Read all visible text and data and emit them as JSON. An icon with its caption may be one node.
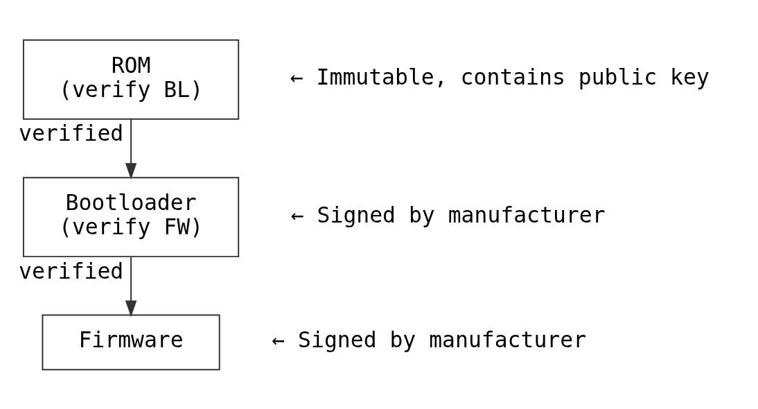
{
  "diagram": {
    "nodes": [
      {
        "text": [
          "ROM (verify BL)"
        ],
        "beside": [
          "← Immutable, contains public key"
        ]
      },
      {
        "text": [
          "Bootloader (verify FW)"
        ],
        "beside": [
          "← Signed by manufacturer"
        ]
      },
      {
        "text": [
          "Firmware"
        ],
        "beside": [
          "← Signed by manufacturer"
        ]
      }
    ],
    "edges": [
      {
        "from": 0,
        "to": 1,
        "arrow": "to",
        "label": "verified"
      },
      {
        "from": 1,
        "to": 2,
        "arrow": "to",
        "label": "verified"
      }
    ]
  }
}
